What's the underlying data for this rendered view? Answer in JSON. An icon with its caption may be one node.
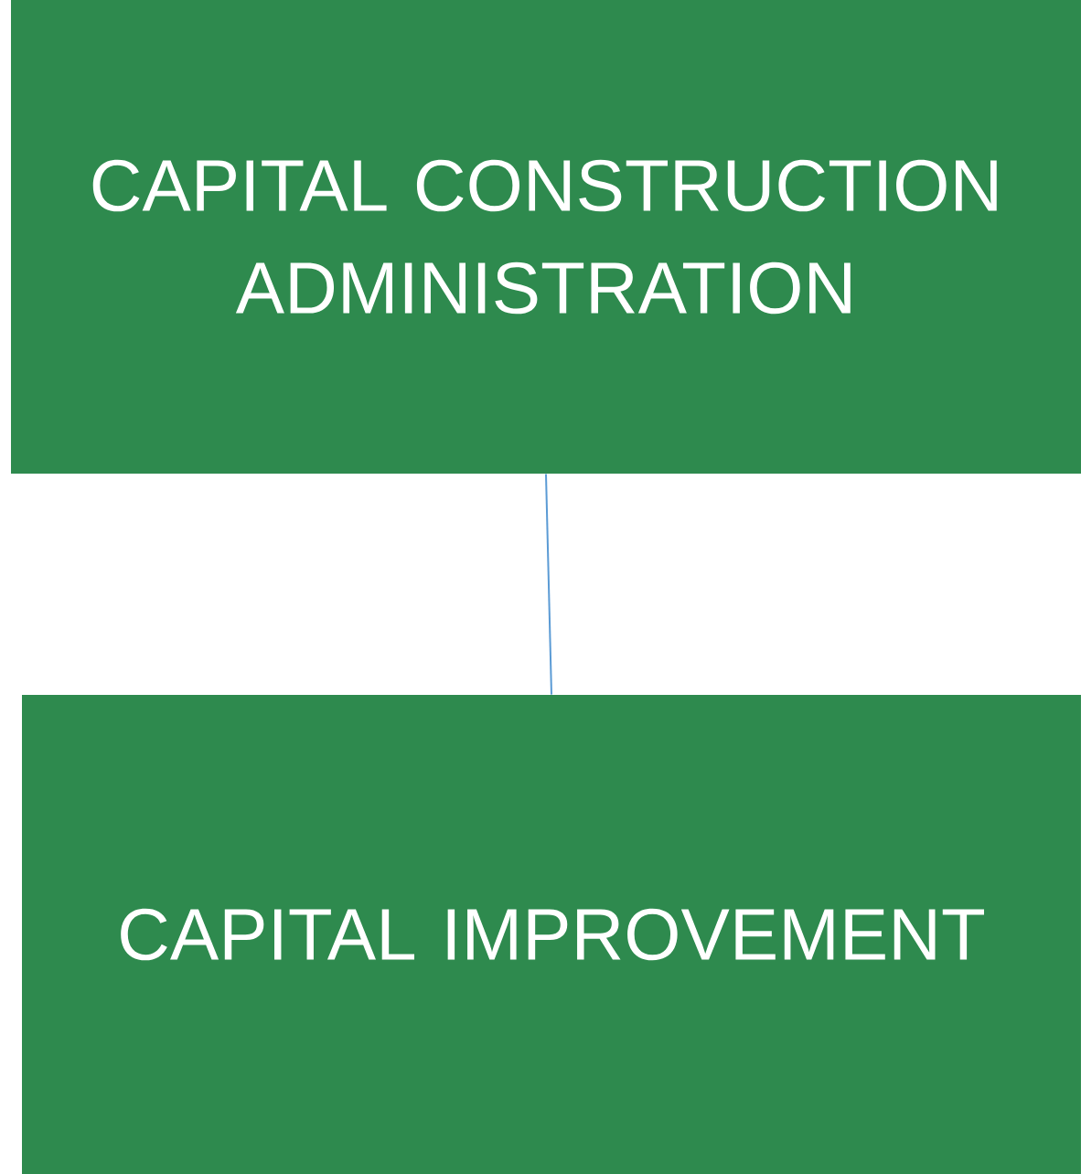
{
  "diagram": {
    "nodes": [
      {
        "text": [
          "CAPITAL CONSTRUCTION ADMINISTRATION"
        ]
      },
      {
        "text": [
          "CAPITAL IMPROVEMENT"
        ]
      }
    ],
    "edges": [
      {
        "from": 0,
        "to": 1,
        "arrow": "none"
      }
    ]
  }
}
